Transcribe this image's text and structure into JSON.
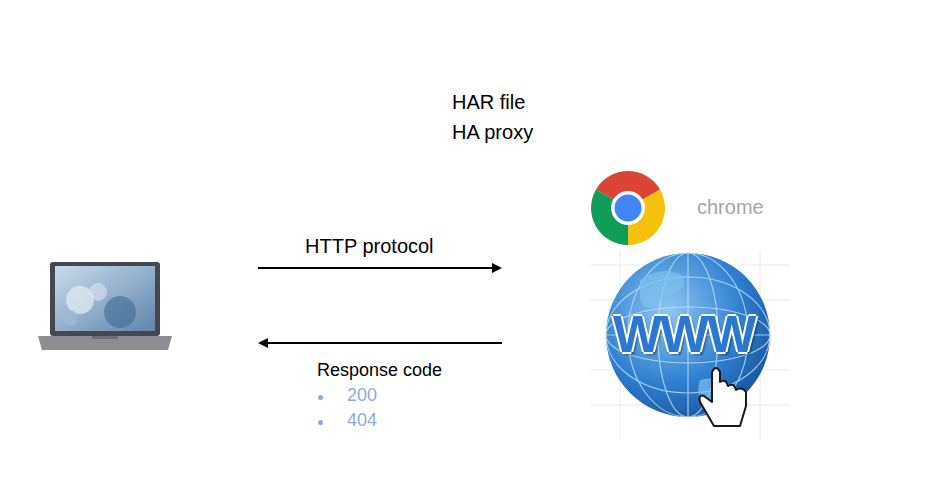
{
  "diagram": {
    "labels": [
      "HAR file",
      "HA proxy",
      "chrome",
      "WWW",
      "HTTP protocol",
      "Response code",
      "200",
      "404"
    ]
  }
}
